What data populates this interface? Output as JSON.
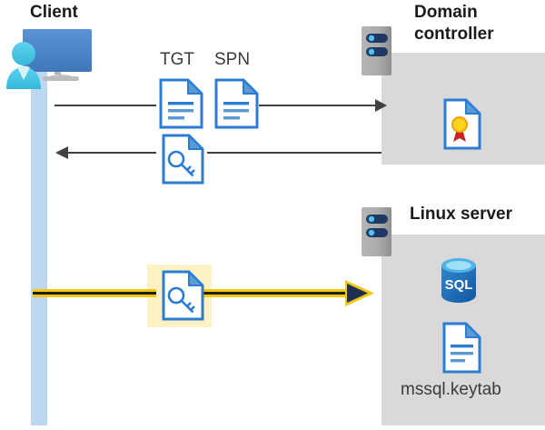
{
  "diagram": {
    "type": "sequence-diagram",
    "title_client": "Client",
    "title_domain_controller": "Domain\ncontroller",
    "title_domain_controller_line1": "Domain",
    "title_domain_controller_line2": "controller",
    "title_linux_server": "Linux server",
    "label_tgt": "TGT",
    "label_spn": "SPN",
    "label_keytab_file": "mssql.keytab",
    "icons": {
      "client_workstation": "user-monitor-icon",
      "domain_controller_server": "server-rack-icon",
      "linux_server": "server-rack-icon",
      "tgt_document": "document-icon",
      "spn_document": "document-icon",
      "key_document_response": "key-document-icon",
      "key_document_highlighted": "key-document-icon",
      "certificate": "certificate-document-icon",
      "sql_database": "sql-database-icon",
      "keytab_document": "document-icon"
    },
    "flows": [
      {
        "name": "request-tgt-spn",
        "from": "Client",
        "to": "Domain controller",
        "direction": "right",
        "style": "plain",
        "labels": [
          "TGT",
          "SPN"
        ]
      },
      {
        "name": "receive-service-ticket",
        "from": "Domain controller",
        "to": "Client",
        "direction": "left",
        "style": "plain",
        "labels": []
      },
      {
        "name": "present-ticket-to-linux-server",
        "from": "Client",
        "to": "Linux server",
        "direction": "right",
        "style": "highlighted",
        "labels": []
      }
    ],
    "colors": {
      "accent_blue": "#2b7cd3",
      "panel_gray": "#d9d9d9",
      "server_gray": "#a6a6a6",
      "lifeline_blue": "#bdd7f0",
      "highlight_yellow": "#fdf2c4",
      "arrow_yellow": "#f2c811",
      "arrow_gray": "#404040",
      "sql_blue": "#1f6fb5",
      "cert_gold": "#ffd21e",
      "cert_red": "#cc2222",
      "person_cyan": "#3fc6e8",
      "monitor_blue": "#4a86c8",
      "text_dark": "#262626"
    }
  }
}
